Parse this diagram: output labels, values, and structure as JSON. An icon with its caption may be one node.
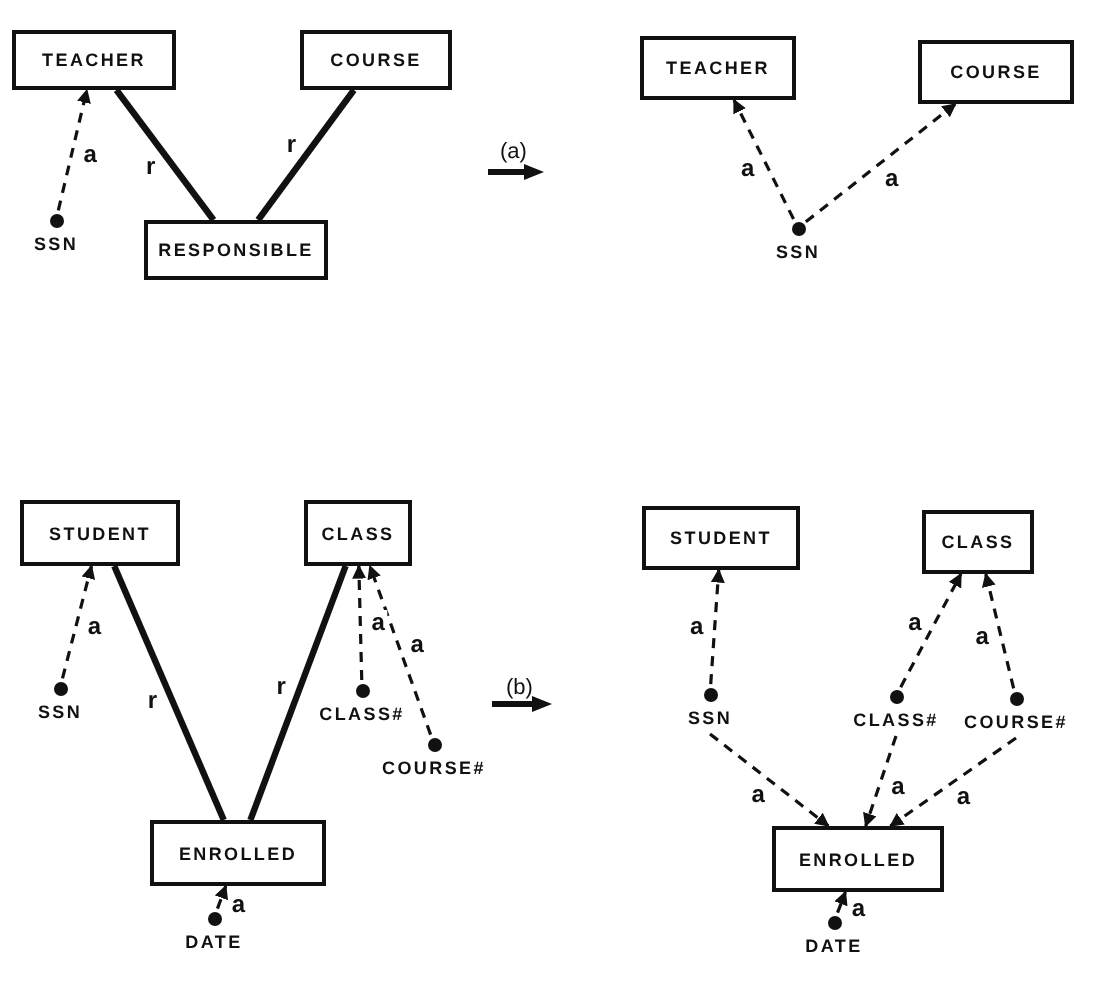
{
  "diagram": {
    "nodes": [
      {
        "text": [
          "TEACHER"
        ]
      },
      {
        "text": [
          "COURSE"
        ]
      },
      {
        "text": [
          "RESPONSIBLE"
        ]
      },
      {
        "text": [
          "SSN"
        ]
      },
      {
        "text": [
          "TEACHER"
        ]
      },
      {
        "text": [
          "COURSE"
        ]
      },
      {
        "text": [
          "SSN"
        ]
      },
      {
        "text": [
          "STUDENT"
        ]
      },
      {
        "text": [
          "CLASS"
        ]
      },
      {
        "text": [
          "SSN"
        ]
      },
      {
        "text": [
          "CLASS#"
        ]
      },
      {
        "text": [
          "COURSE#"
        ]
      },
      {
        "text": [
          "ENROLLED"
        ]
      },
      {
        "text": [
          "DATE"
        ]
      },
      {
        "text": [
          "STUDENT"
        ]
      },
      {
        "text": [
          "CLASS"
        ]
      },
      {
        "text": [
          "SSN"
        ]
      },
      {
        "text": [
          "CLASS#"
        ]
      },
      {
        "text": [
          "COURSE#"
        ]
      },
      {
        "text": [
          "ENROLLED"
        ]
      },
      {
        "text": [
          "DATE"
        ]
      }
    ],
    "edges": [
      {
        "from": 0,
        "to": 2,
        "arrow": "none",
        "label": "r",
        "style": "thick"
      },
      {
        "from": 1,
        "to": 2,
        "arrow": "none",
        "label": "r",
        "style": "thick"
      },
      {
        "from": 3,
        "to": 0,
        "arrow": "to",
        "label": "a",
        "style": "dashed"
      },
      {
        "from": 6,
        "to": 4,
        "arrow": "to",
        "label": "a",
        "style": "dashed"
      },
      {
        "from": 6,
        "to": 5,
        "arrow": "to",
        "label": "a",
        "style": "dashed"
      },
      {
        "from": 7,
        "to": 12,
        "arrow": "none",
        "label": "r",
        "style": "thick"
      },
      {
        "from": 8,
        "to": 12,
        "arrow": "none",
        "label": "r",
        "style": "thick"
      },
      {
        "from": 9,
        "to": 7,
        "arrow": "to",
        "label": "a",
        "style": "dashed"
      },
      {
        "from": 10,
        "to": 8,
        "arrow": "to",
        "label": "a",
        "style": "dashed"
      },
      {
        "from": 11,
        "to": 8,
        "arrow": "to",
        "label": "a",
        "style": "dashed"
      },
      {
        "from": 13,
        "to": 12,
        "arrow": "to",
        "label": "a",
        "style": "dashed"
      },
      {
        "from": 16,
        "to": 14,
        "arrow": "to",
        "label": "a",
        "style": "dashed"
      },
      {
        "from": 17,
        "to": 15,
        "arrow": "to",
        "label": "a",
        "style": "dashed"
      },
      {
        "from": 18,
        "to": 15,
        "arrow": "to",
        "label": "a",
        "style": "dashed"
      },
      {
        "from": 16,
        "to": 19,
        "arrow": "to",
        "label": "a",
        "style": "dashed"
      },
      {
        "from": 17,
        "to": 19,
        "arrow": "to",
        "label": "a",
        "style": "dashed"
      },
      {
        "from": 18,
        "to": 19,
        "arrow": "to",
        "label": "a",
        "style": "dashed"
      },
      {
        "from": 20,
        "to": 19,
        "arrow": "to",
        "label": "a",
        "style": "dashed"
      }
    ],
    "labels": [
      "(a)",
      "(b)"
    ]
  }
}
